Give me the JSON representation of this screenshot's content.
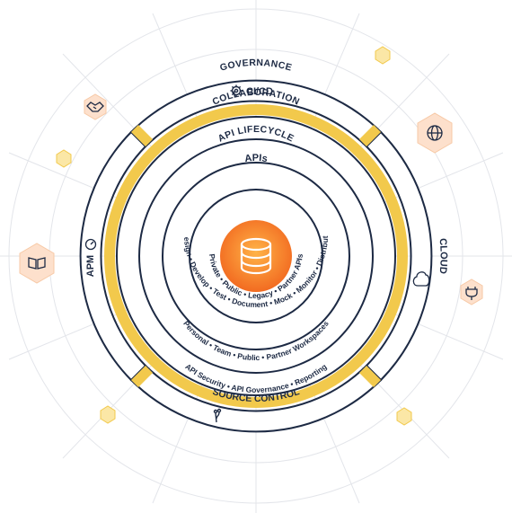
{
  "center": {
    "label": "APIs",
    "icon": "database-icon"
  },
  "rings": {
    "inner_items": "Private • Public • Legacy • Partner APIs",
    "api_lifecycle": {
      "title": "API LIFECYCLE",
      "items": "Design • Develop • Test • Document • Mock • Monitor • Distribute"
    },
    "collaboration": {
      "title": "COLLABORATION",
      "items": "Personal • Team • Public • Partner Workspaces"
    },
    "governance": {
      "title": "GOVERNANCE",
      "items": "API Security • API Governance • Reporting"
    }
  },
  "segments": {
    "top": {
      "label": "CI/CD",
      "icon": "gear-icon"
    },
    "right": {
      "label": "CLOUD",
      "icon": "cloud-icon"
    },
    "bottom": {
      "label": "SOURCE CONTROL",
      "icon": "branch-icon"
    },
    "left": {
      "label": "APM",
      "icon": "gauge-icon"
    }
  },
  "outer_icons": [
    "handshake-icon",
    "globe-icon",
    "book-icon",
    "plug-icon"
  ],
  "colors": {
    "navy": "#1d2a44",
    "gold": "#f2c94c",
    "gold_light": "#fbe7a6",
    "orange": "#f26b21",
    "orange_light": "#fbd5b5",
    "peach": "#fde0cc",
    "grid": "#e3e5ea"
  }
}
